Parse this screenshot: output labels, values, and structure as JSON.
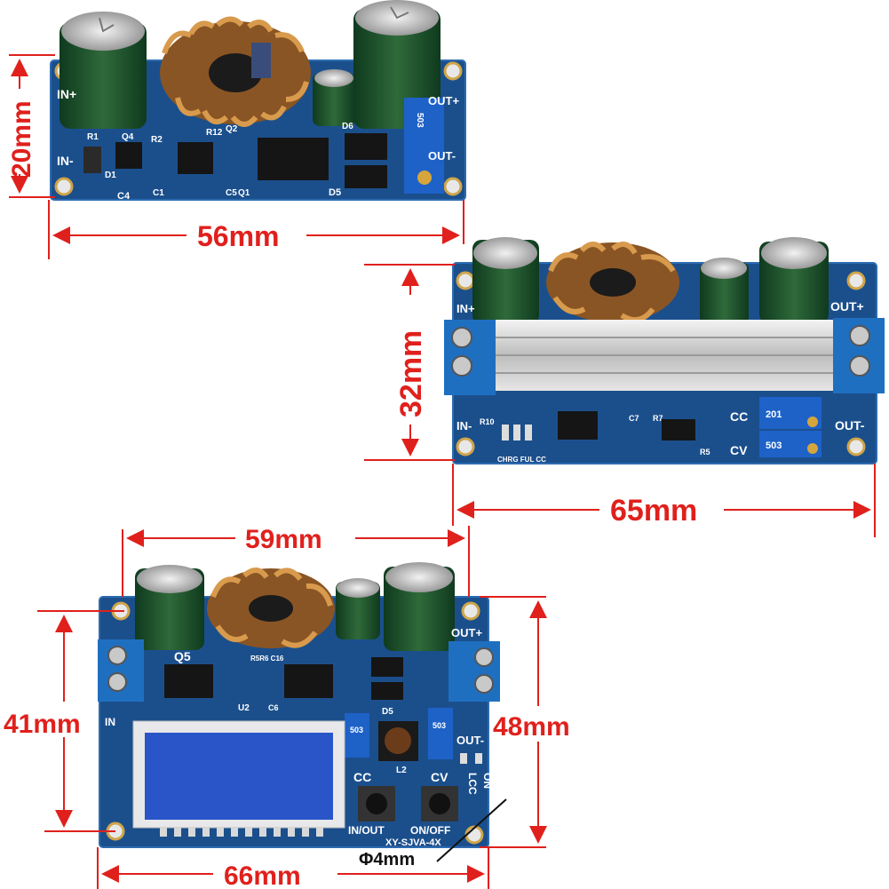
{
  "colors": {
    "dimension": "#e0201c",
    "pcb": "#1b4f8c",
    "copper": "#c7843d",
    "terminal": "#1f6fc0",
    "lcd": "#2a55c8"
  },
  "module_small": {
    "silk": {
      "in_plus": "IN+",
      "in_minus": "IN-",
      "out_plus": "OUT+",
      "out_minus": "OUT-",
      "c4": "C4",
      "d1": "D1",
      "q4": "Q4",
      "r1": "R1",
      "r2": "R2",
      "c1": "C1",
      "r12": "R12",
      "q2": "Q2",
      "c5": "C5",
      "q1": "Q1",
      "d5": "D5",
      "d6": "D6",
      "pot": "503"
    },
    "height_label": "20mm",
    "width_label": "56mm"
  },
  "module_heatsink": {
    "silk": {
      "in_plus": "IN+",
      "in_minus": "IN-",
      "out_plus": "OUT+",
      "out_minus": "OUT-",
      "cc": "CC",
      "cv": "CV",
      "pot_top": "201",
      "pot_bottom": "503",
      "r10": "R10",
      "c7": "C7",
      "r7": "R7",
      "r5": "R5",
      "leds": "CHRG FUL CC"
    },
    "height_label": "32mm",
    "width_label": "65mm"
  },
  "module_display": {
    "silk": {
      "q5": "Q5",
      "out_plus": "OUT+",
      "out_minus": "OUT-",
      "in_label": "IN",
      "r5r6": "R5R6 C16",
      "u2": "U2",
      "c6": "C6",
      "d5": "D5",
      "l2": "L2",
      "cc": "CC",
      "cv": "CV",
      "lcc": "LCC",
      "on": "ON",
      "btn1": "IN/OUT",
      "btn2": "ON/OFF",
      "model": "XY-SJVA-4X",
      "pot_left": "503",
      "pot_right": "503"
    },
    "top_width_label": "59mm",
    "left_height_label": "41mm",
    "right_height_label": "48mm",
    "bottom_width_label": "66mm",
    "hole_label": "Φ4mm"
  }
}
